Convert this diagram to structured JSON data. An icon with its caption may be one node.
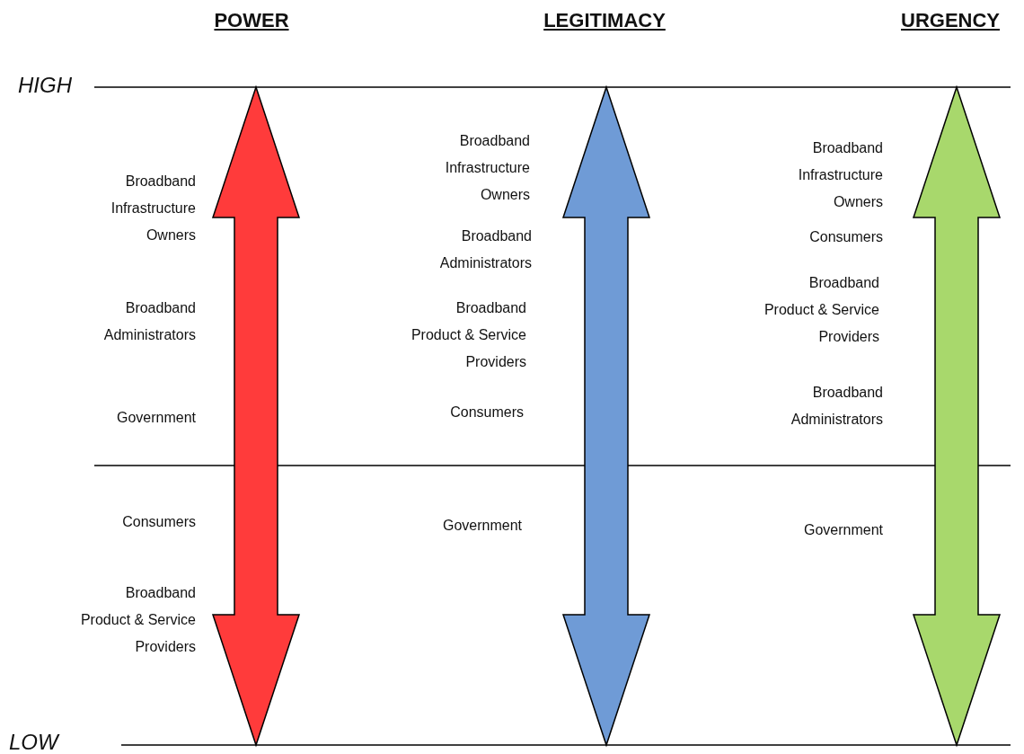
{
  "diagram": {
    "labels": [
      "POWER",
      "LEGITIMACY",
      "URGENCY",
      "HIGH",
      "Broadband Infrastructure Owners",
      "Broadband Administrators",
      "Government",
      "Consumers",
      "Broadband Product & Service Providers",
      "Broadband Infrastructure Owners",
      "Broadband Administrators",
      "Broadband Product & Service Providers",
      "Consumers",
      "Government",
      "Broadband Infrastructure Owners",
      "Consumers",
      "Broadband Product & Service Providers",
      "Broadband Administrators",
      "Government",
      "LOW"
    ]
  }
}
